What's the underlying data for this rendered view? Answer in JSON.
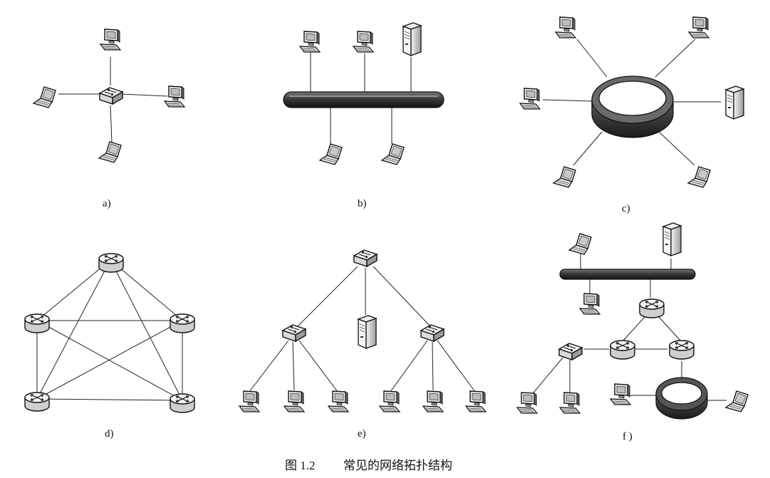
{
  "figure": {
    "caption_number": "图 1.2",
    "caption_text": "常见的网络拓扑结构",
    "panels": [
      {
        "id": "a",
        "label": "a)"
      },
      {
        "id": "b",
        "label": "b)"
      },
      {
        "id": "c",
        "label": "c)"
      },
      {
        "id": "d",
        "label": "d)"
      },
      {
        "id": "e",
        "label": "e)"
      },
      {
        "id": "f",
        "label": "f )"
      }
    ]
  },
  "icons": [
    "desktop-pc-icon",
    "laptop-icon",
    "server-icon",
    "switch-icon",
    "router-icon",
    "bus-cable-icon",
    "ring-icon"
  ],
  "colors": {
    "ink": "#1a1a1a",
    "paper": "#ffffff"
  }
}
